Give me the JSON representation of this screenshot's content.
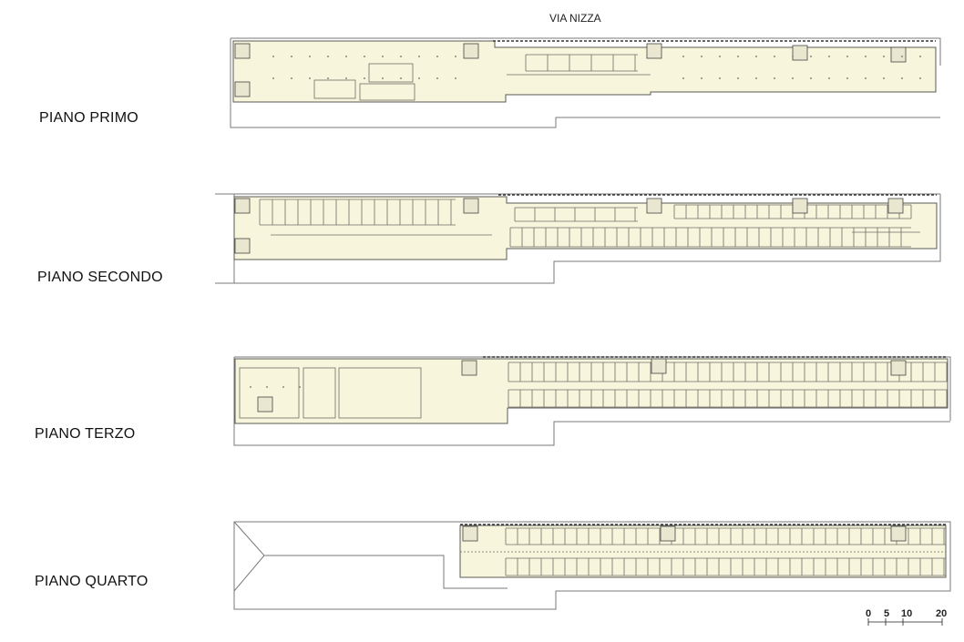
{
  "street_label": "VIA NIZZA",
  "floors": [
    {
      "name": "PIANO PRIMO"
    },
    {
      "name": "PIANO SECONDO"
    },
    {
      "name": "PIANO TERZO"
    },
    {
      "name": "PIANO QUARTO"
    }
  ],
  "scale_bar": {
    "ticks": [
      "0",
      "5",
      "10",
      "20"
    ]
  },
  "colors": {
    "floor_fill": "#f7f5dc",
    "wall": "#5b5b55",
    "site_outline": "#7a7a7a"
  }
}
